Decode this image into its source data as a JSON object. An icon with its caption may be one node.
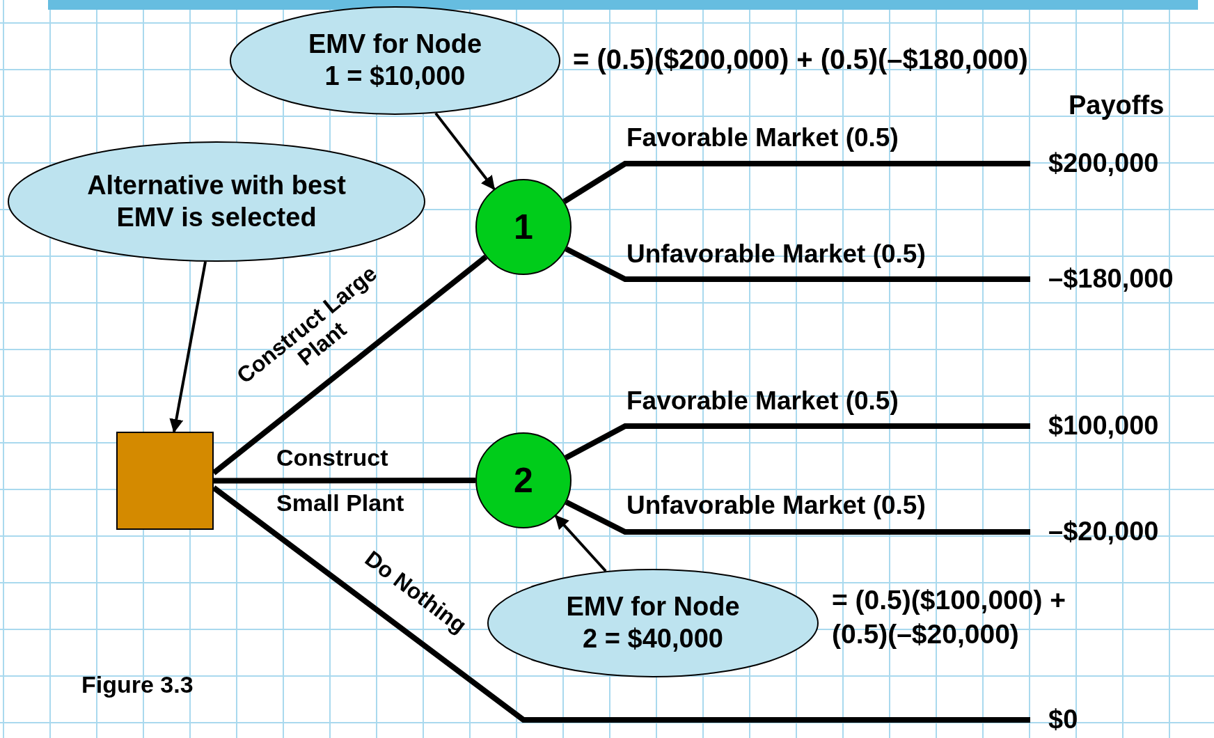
{
  "diagram": {
    "nodes": [
      {
        "text": [
          "EMV for Node 1 = $10,000"
        ],
        "beside": [
          "= (0.5)($200,000) + (0.5)(–$180,000)"
        ]
      },
      {
        "text": [
          "Alternative with best EMV is selected"
        ]
      },
      {
        "text": [],
        "shape": "box"
      },
      {
        "text": [
          "1"
        ]
      },
      {
        "text": [
          "2"
        ]
      },
      {
        "text": [
          "EMV for Node 2 = $40,000"
        ],
        "beside": [
          "= (0.5)($100,000) + (0.5)(–$20,000)"
        ]
      },
      {
        "text": [
          "$200,000"
        ]
      },
      {
        "text": [
          "–$180,000"
        ]
      },
      {
        "text": [
          "$100,000"
        ]
      },
      {
        "text": [
          "–$20,000"
        ]
      },
      {
        "text": [
          "$0"
        ]
      }
    ],
    "edges": [
      {
        "from": 0,
        "to": 3,
        "arrow": "to"
      },
      {
        "from": 1,
        "to": 2,
        "arrow": "to"
      },
      {
        "from": 5,
        "to": 4,
        "arrow": "to"
      },
      {
        "from": 2,
        "to": 3,
        "arrow": "none",
        "label": "Construct Large Plant"
      },
      {
        "from": 2,
        "to": 4,
        "arrow": "none",
        "label": "Construct Small Plant"
      },
      {
        "from": 2,
        "to": 10,
        "arrow": "none",
        "label": "Do Nothing"
      },
      {
        "from": 3,
        "to": 6,
        "arrow": "none",
        "label": "Favorable Market (0.5)"
      },
      {
        "from": 3,
        "to": 7,
        "arrow": "none",
        "label": "Unfavorable Market (0.5)"
      },
      {
        "from": 4,
        "to": 8,
        "arrow": "none",
        "label": "Favorable Market (0.5)"
      },
      {
        "from": 4,
        "to": 9,
        "arrow": "none",
        "label": "Unfavorable Market (0.5)"
      }
    ],
    "labels": [
      "Payoffs",
      "Figure 3.3"
    ]
  }
}
